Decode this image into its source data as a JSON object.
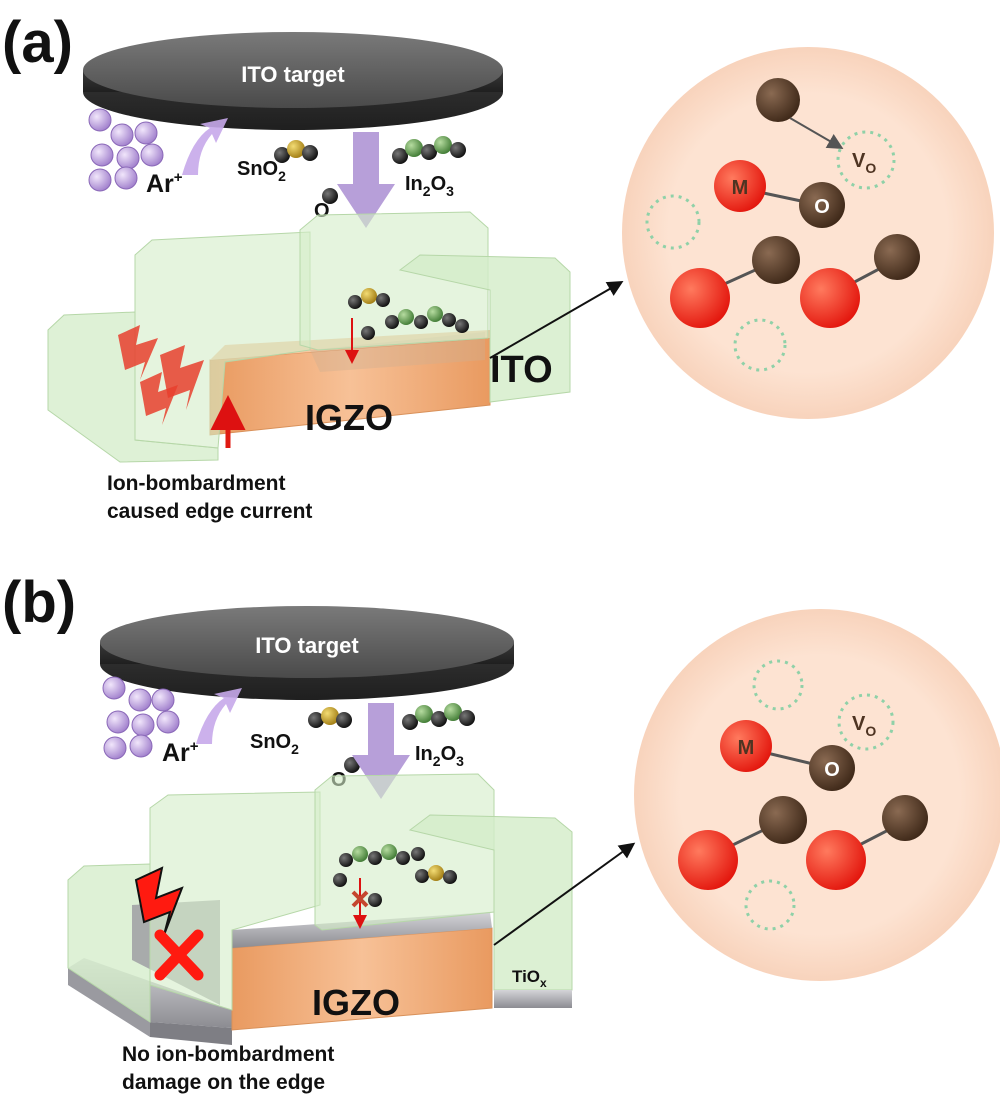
{
  "panels": [
    {
      "tag": "(a)",
      "target_label": "ITO target",
      "argon": {
        "base": "Ar",
        "sup": "+"
      },
      "species_sno2": {
        "base": "SnO",
        "sub": "2"
      },
      "species_in2o3": {
        "p1": "In",
        "s1": "2",
        "p2": "O",
        "s2": "3"
      },
      "species_o": "O",
      "film_label": "IGZO",
      "electrode_label": "ITO",
      "caption_line1": "Ion-bombardment",
      "caption_line2": "caused edge current",
      "zoom": {
        "metal": "M",
        "oxygen": "O",
        "vacancy": {
          "base": "V",
          "sub": "O"
        }
      }
    },
    {
      "tag": "(b)",
      "target_label": "ITO target",
      "argon": {
        "base": "Ar",
        "sup": "+"
      },
      "species_sno2": {
        "base": "SnO",
        "sub": "2"
      },
      "species_in2o3": {
        "p1": "In",
        "s1": "2",
        "p2": "O",
        "s2": "3"
      },
      "species_o": "O",
      "film_label": "IGZO",
      "layer_label": {
        "base": "TiO",
        "sub": "x"
      },
      "caption_line1": "No ion-bombardment",
      "caption_line2": "damage on the edge",
      "zoom": {
        "metal": "M",
        "oxygen": "O",
        "vacancy": {
          "base": "V",
          "sub": "O"
        }
      }
    }
  ],
  "colors": {
    "target": "#5a5a5a",
    "argon": "#c9a8e8",
    "arrow_purple": "#b79fd9",
    "electrode": "#d3ecc8",
    "igzo": "#f5b98a",
    "tiox": "#b9b9bd",
    "zoom_bg": "#fde3d2",
    "metal": "#f0281e",
    "oxygen": "#4e3422",
    "vacancy": "#8fd1a8",
    "damage": "#e8402e"
  }
}
